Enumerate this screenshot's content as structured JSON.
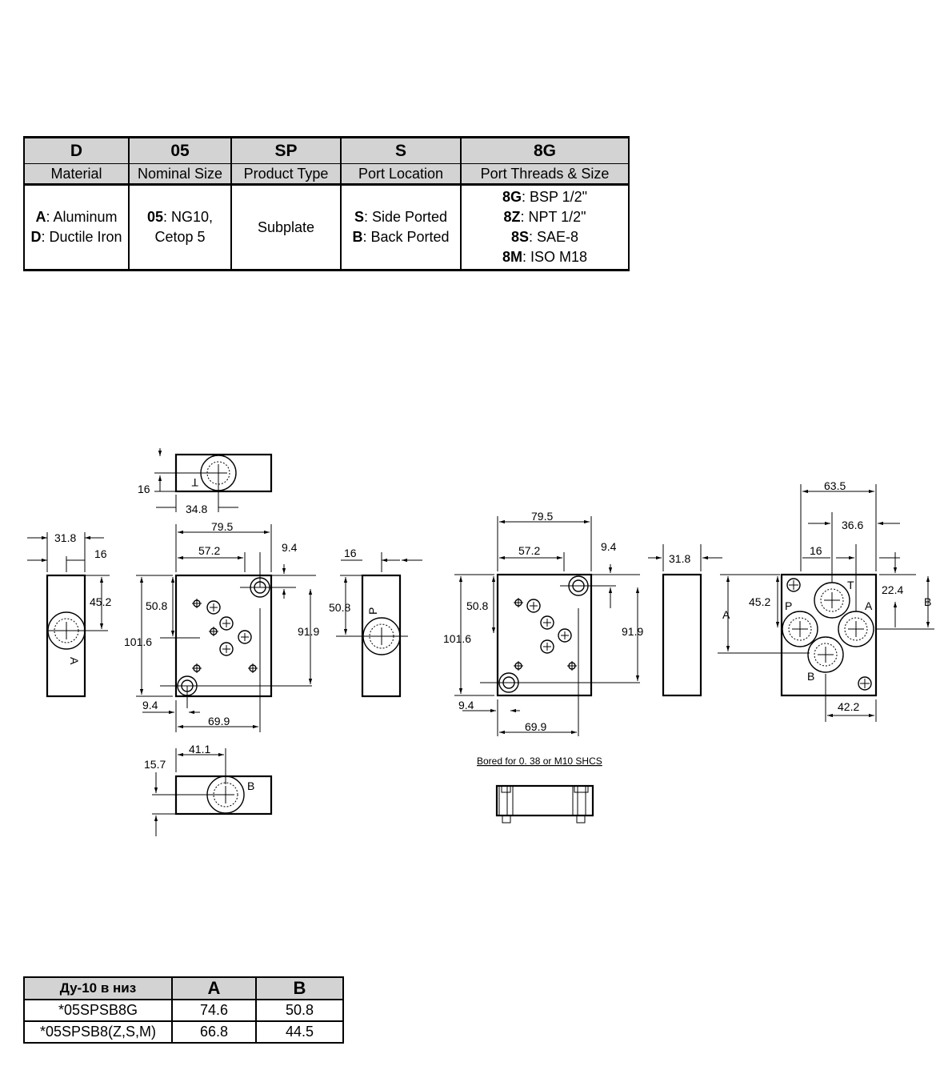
{
  "code_table": {
    "columns": [
      {
        "code": "D",
        "label": "Material",
        "options": [
          {
            "key": "A",
            "text": ": Aluminum"
          },
          {
            "key": "D",
            "text": ": Ductile Iron"
          }
        ]
      },
      {
        "code": "05",
        "label": "Nominal Size",
        "options": [
          {
            "key": "05",
            "text": ": NG10,"
          },
          {
            "key": "",
            "text": "Cetop 5"
          }
        ]
      },
      {
        "code": "SP",
        "label": "Product Type",
        "options": [
          {
            "key": "",
            "text": "Subplate"
          }
        ]
      },
      {
        "code": "S",
        "label": "Port Location",
        "options": [
          {
            "key": "S",
            "text": ": Side Ported"
          },
          {
            "key": "B",
            "text": ": Back Ported"
          }
        ]
      },
      {
        "code": "8G",
        "label": "Port Threads & Size",
        "options": [
          {
            "key": "8G",
            "text": ": BSP 1/2\""
          },
          {
            "key": "8Z",
            "text": ": NPT 1/2\""
          },
          {
            "key": "8S",
            "text": ": SAE-8"
          },
          {
            "key": "8M",
            "text": ": ISO M18"
          }
        ]
      }
    ]
  },
  "drawing": {
    "dims": {
      "top_view_16": "16",
      "top_view_348": "34.8",
      "left_318": "31.8",
      "left_16": "16",
      "left_452": "45.2",
      "main_795": "79.5",
      "main_572": "57.2",
      "main_94_top": "9.4",
      "main_508": "50.8",
      "main_1016": "101.6",
      "main_919": "91.9",
      "main_94_bottom": "9.4",
      "main_699": "69.9",
      "pview_16": "16",
      "pview_508": "50.8",
      "bottom_view_411": "41.1",
      "bottom_view_157": "15.7",
      "c_795": "79.5",
      "c_572": "57.2",
      "c_94_top": "9.4",
      "c_508": "50.8",
      "c_1016": "101.6",
      "c_919": "91.9",
      "c_94_bottom": "9.4",
      "c_699": "69.9",
      "r_318": "31.8",
      "back_635": "63.5",
      "back_366": "36.6",
      "back_16": "16",
      "back_224": "22.4",
      "back_452": "45.2",
      "back_422": "42.2",
      "back_A_dim": "A",
      "back_B_dim": "B"
    },
    "port_letters": {
      "top_T": "T",
      "left_A": "A",
      "side_P": "P",
      "bottom_B": "B",
      "back_P": "P",
      "back_T": "T",
      "back_A": "A",
      "back_B": "B"
    },
    "note": "Bored for 0. 38 or M10 SHCS"
  },
  "size_table": {
    "headers": [
      "Ду-10 в низ",
      "A",
      "B"
    ],
    "rows": [
      {
        "model": "*05SPSB8G",
        "a": "74.6",
        "b": "50.8"
      },
      {
        "model": "*05SPSB8(Z,S,M)",
        "a": "66.8",
        "b": "44.5"
      }
    ]
  }
}
